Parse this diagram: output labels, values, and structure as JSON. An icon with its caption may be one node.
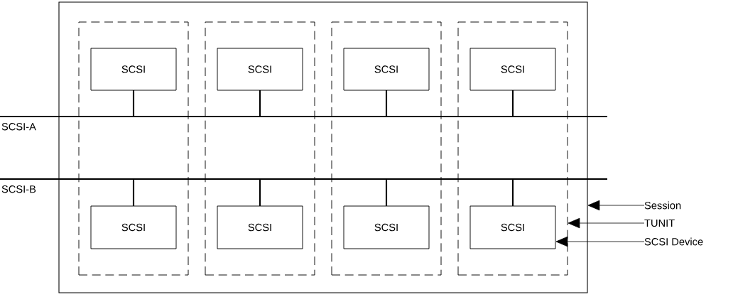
{
  "diagram": {
    "nodes": [
      {
        "text": [],
        "shape": "box"
      },
      {
        "text": [],
        "shape": "box",
        "in": 0
      },
      {
        "text": [],
        "shape": "box",
        "in": 0
      },
      {
        "text": [],
        "shape": "box",
        "in": 0
      },
      {
        "text": [],
        "shape": "box",
        "in": 0
      },
      {
        "text": [
          "SCSI"
        ],
        "in": 1
      },
      {
        "text": [
          "SCSI"
        ],
        "in": 2
      },
      {
        "text": [
          "SCSI"
        ],
        "in": 3
      },
      {
        "text": [
          "SCSI"
        ],
        "in": 4
      },
      {
        "text": [
          "SCSI-A"
        ]
      },
      {
        "text": [
          "SCSI-B"
        ]
      },
      {
        "text": [
          "SCSI"
        ],
        "in": 1
      },
      {
        "text": [
          "SCSI"
        ],
        "in": 2
      },
      {
        "text": [
          "SCSI"
        ],
        "in": 3
      },
      {
        "text": [
          "SCSI"
        ],
        "in": 4
      },
      {
        "text": [
          "Session"
        ]
      },
      {
        "text": [
          "TUNIT"
        ]
      },
      {
        "text": [
          "SCSI Device"
        ]
      }
    ],
    "edges": [
      {
        "from": 5,
        "to": 9,
        "arrow": "none"
      },
      {
        "from": 6,
        "to": 9,
        "arrow": "none"
      },
      {
        "from": 7,
        "to": 9,
        "arrow": "none"
      },
      {
        "from": 8,
        "to": 9,
        "arrow": "none"
      },
      {
        "from": 11,
        "to": 10,
        "arrow": "none"
      },
      {
        "from": 12,
        "to": 10,
        "arrow": "none"
      },
      {
        "from": 13,
        "to": 10,
        "arrow": "none"
      },
      {
        "from": 14,
        "to": 10,
        "arrow": "none"
      },
      {
        "from": 15,
        "to": 0,
        "arrow": "to"
      },
      {
        "from": 16,
        "to": 4,
        "arrow": "to"
      },
      {
        "from": 17,
        "to": 14,
        "arrow": "to"
      }
    ]
  }
}
